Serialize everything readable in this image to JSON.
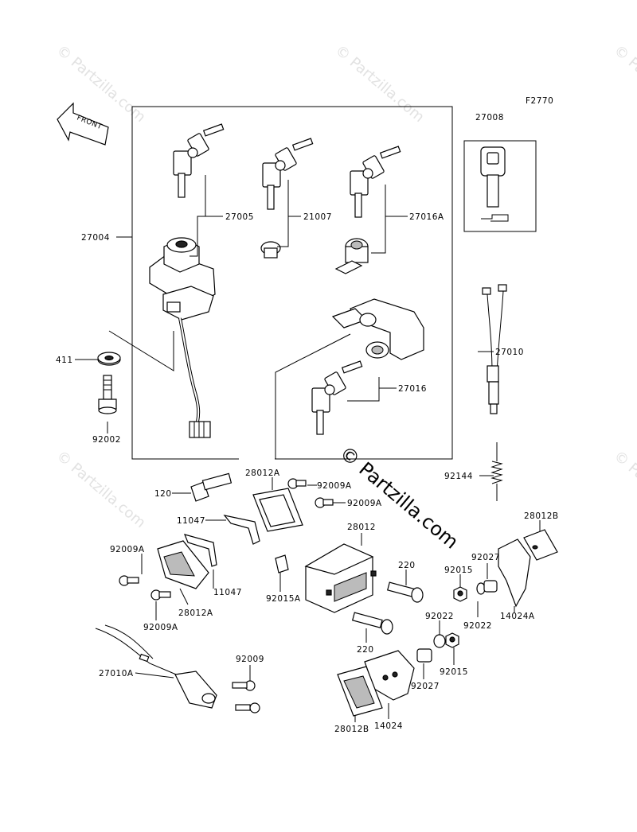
{
  "figure_code": "F2770",
  "front_label": "FRONT",
  "watermark_small": "© Partzilla.com",
  "watermark_large": "© Partzilla.com",
  "parts": {
    "p27008": "27008",
    "p27005": "27005",
    "p21007": "21007",
    "p27016A": "27016A",
    "p27004": "27004",
    "p27010": "27010",
    "p411": "411",
    "p27016": "27016",
    "p92002": "92002",
    "p92144": "92144",
    "p120": "120",
    "p28012A_top": "28012A",
    "p92009A_1": "92009A",
    "p92009A_2": "92009A",
    "p11047_1": "11047",
    "p28012": "28012",
    "p28012B_top": "28012B",
    "p92009A_3": "92009A",
    "p220_1": "220",
    "p92027_1": "92027",
    "p92015_1": "92015",
    "p11047_2": "11047",
    "p92015A": "92015A",
    "p28012A_bot": "28012A",
    "p92022_1": "92022",
    "p14024A": "14024A",
    "p92009A_4": "92009A",
    "p92022_2": "92022",
    "p220_2": "220",
    "p92015_2": "92015",
    "p92009": "92009",
    "p92027_2": "92027",
    "p27010A": "27010A",
    "p14024": "14024",
    "p28012B_bot": "28012B"
  }
}
